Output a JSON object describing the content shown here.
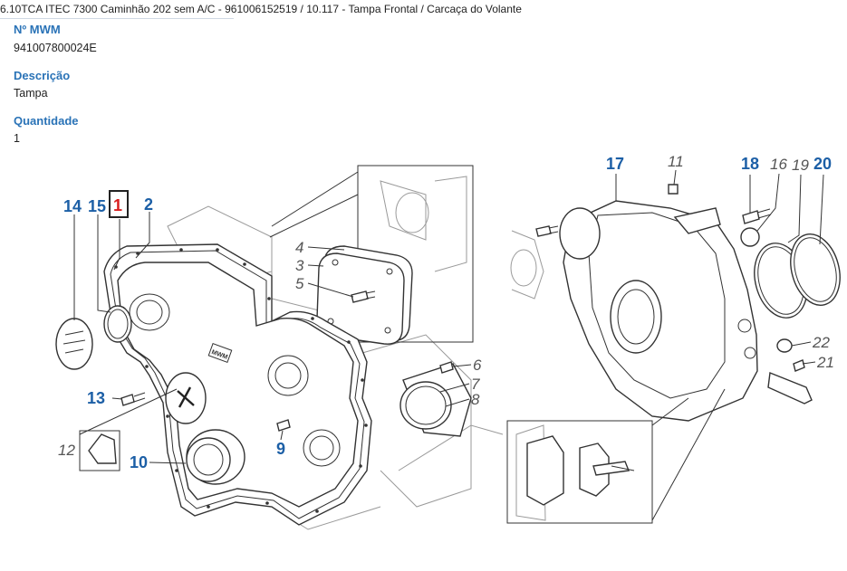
{
  "breadcrumb": "6.10TCA ITEC 7300 Caminhão 202 sem A/C - 961006152519  /  10.117 - Tampa Frontal / Carcaça do Volante",
  "fields": {
    "mwm_label": "Nº MWM",
    "mwm_value": "941007800024E",
    "descricao_label": "Descrição",
    "descricao_value": "Tampa",
    "quantidade_label": "Quantidade",
    "quantidade_value": "1"
  },
  "diagram": {
    "logo_text": "MWM",
    "callouts": [
      {
        "id": "c14",
        "text": "14",
        "style": "blue"
      },
      {
        "id": "c15",
        "text": "15",
        "style": "blue"
      },
      {
        "id": "c1",
        "text": "1",
        "style": "red-selected"
      },
      {
        "id": "c2",
        "text": "2",
        "style": "blue"
      },
      {
        "id": "c13",
        "text": "13",
        "style": "blue"
      },
      {
        "id": "c12",
        "text": "12",
        "style": "gray"
      },
      {
        "id": "c10",
        "text": "10",
        "style": "blue"
      },
      {
        "id": "c9",
        "text": "9",
        "style": "blue"
      },
      {
        "id": "c4",
        "text": "4",
        "style": "gray"
      },
      {
        "id": "c3",
        "text": "3",
        "style": "gray"
      },
      {
        "id": "c5",
        "text": "5",
        "style": "gray"
      },
      {
        "id": "c6",
        "text": "6",
        "style": "gray"
      },
      {
        "id": "c7",
        "text": "7",
        "style": "gray"
      },
      {
        "id": "c8",
        "text": "8",
        "style": "gray"
      },
      {
        "id": "c17",
        "text": "17",
        "style": "blue"
      },
      {
        "id": "c11",
        "text": "11",
        "style": "gray"
      },
      {
        "id": "c18",
        "text": "18",
        "style": "blue"
      },
      {
        "id": "c16",
        "text": "16",
        "style": "gray"
      },
      {
        "id": "c19",
        "text": "19",
        "style": "gray"
      },
      {
        "id": "c20",
        "text": "20",
        "style": "blue"
      },
      {
        "id": "c22",
        "text": "22",
        "style": "gray"
      },
      {
        "id": "c21",
        "text": "21",
        "style": "gray"
      }
    ]
  }
}
